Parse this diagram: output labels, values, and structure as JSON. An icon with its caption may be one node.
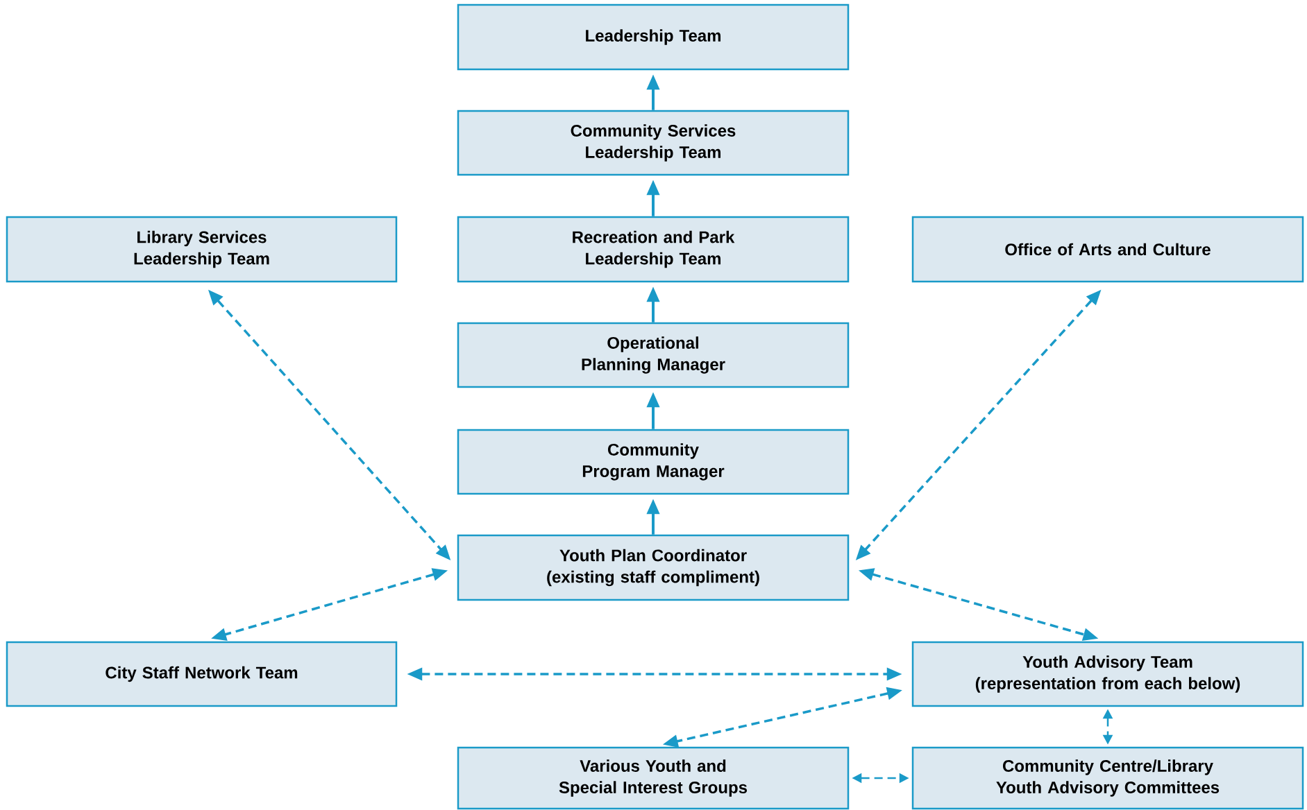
{
  "diagram": {
    "nodes": [
      {
        "text": [
          "Leadership Team"
        ]
      },
      {
        "text": [
          "Community Services Leadership Team"
        ]
      },
      {
        "text": [
          "Library Services Leadership Team"
        ]
      },
      {
        "text": [
          "Recreation and Park Leadership Team"
        ]
      },
      {
        "text": [
          "Office of Arts and Culture"
        ]
      },
      {
        "text": [
          "Operational Planning Manager"
        ]
      },
      {
        "text": [
          "Community Program Manager"
        ]
      },
      {
        "text": [
          "Youth Plan Coordinator (existing staff compliment)"
        ]
      },
      {
        "text": [
          "City Staff Network Team"
        ]
      },
      {
        "text": [
          "Youth Advisory Team (representation from each below)"
        ]
      },
      {
        "text": [
          "Various Youth and Special Interest Groups"
        ]
      },
      {
        "text": [
          "Community Centre/Library Youth Advisory Committees"
        ]
      }
    ],
    "edges": [
      {
        "from": 1,
        "to": 0,
        "arrow": "to"
      },
      {
        "from": 3,
        "to": 1,
        "arrow": "to"
      },
      {
        "from": 5,
        "to": 3,
        "arrow": "to"
      },
      {
        "from": 6,
        "to": 5,
        "arrow": "to"
      },
      {
        "from": 7,
        "to": 6,
        "arrow": "to"
      },
      {
        "from": 2,
        "to": 7,
        "arrow": "both",
        "style": "dashed"
      },
      {
        "from": 4,
        "to": 7,
        "arrow": "both",
        "style": "dashed"
      },
      {
        "from": 7,
        "to": 8,
        "arrow": "both",
        "style": "dashed"
      },
      {
        "from": 7,
        "to": 9,
        "arrow": "both",
        "style": "dashed"
      },
      {
        "from": 8,
        "to": 9,
        "arrow": "both",
        "style": "dashed"
      },
      {
        "from": 9,
        "to": 10,
        "arrow": "both",
        "style": "dashed"
      },
      {
        "from": 9,
        "to": 11,
        "arrow": "both",
        "style": "dashed"
      },
      {
        "from": 10,
        "to": 11,
        "arrow": "both",
        "style": "dashed"
      }
    ]
  }
}
